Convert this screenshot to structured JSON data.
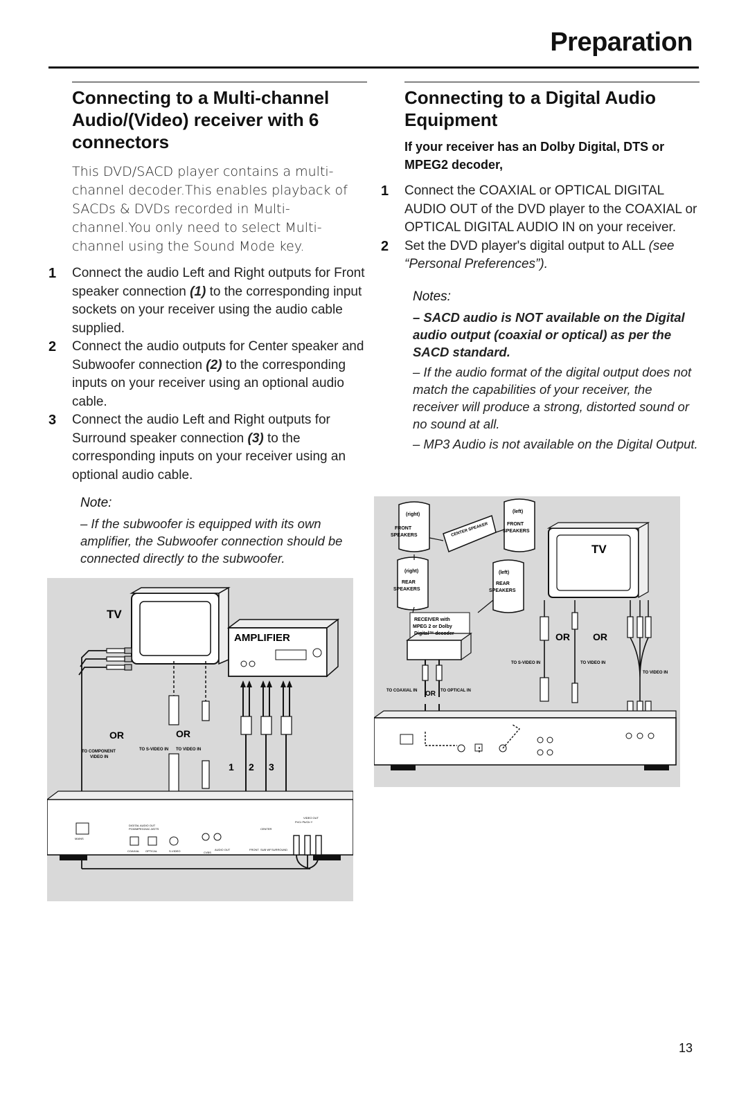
{
  "header": {
    "title": "Preparation"
  },
  "left": {
    "title_lines": [
      "Connecting to a Multi-channel",
      "Audio/(Video) receiver with 6",
      "connectors"
    ],
    "intro": "This DVD/SACD player contains a multi-channel decoder.This enables playback of SACDs & DVDs recorded in Multi-channel.You only need to select Multi-channel using the Sound Mode key.",
    "steps": [
      {
        "num": "1",
        "pre": "Connect the audio Left and Right outputs for Front speaker connection ",
        "ref": "(1)",
        "post": " to the corresponding input sockets on your receiver using the audio cable supplied."
      },
      {
        "num": "2",
        "pre": "Connect the audio outputs for Center speaker and Subwoofer connection ",
        "ref": "(2)",
        "post": " to the corresponding inputs on your receiver using an optional audio cable."
      },
      {
        "num": "3",
        "pre": "Connect the audio Left and Right outputs for Surround speaker connection ",
        "ref": "(3)",
        "post": " to the corresponding inputs on your receiver using an optional audio cable."
      }
    ],
    "note_head": "Note:",
    "note": "–   If the subwoofer is equipped with its own amplifier, the Subwoofer connection should be connected directly to the subwoofer.",
    "figure": {
      "tv": "TV",
      "amplifier": "AMPLIFIER",
      "or1": "OR",
      "or2": "OR",
      "to_component": "TO COMPONENT",
      "video_in": "VIDEO IN",
      "to_svideo_in": "TO S-VIDEO IN",
      "to_video_in": "TO VIDEO IN",
      "n1": "1",
      "n2": "2",
      "n3": "3",
      "mains": "MAINS",
      "digital_audio_out": "DIGITAL AUDIO OUT",
      "digital_audio_out_sub": "PCM/MPEG2/AC-3/DTS",
      "coaxial": "COAXIAL",
      "optical": "OPTICAL",
      "svideo": "S-VIDEO",
      "cvbs": "CVBS",
      "audio_out": "AUDIO OUT",
      "front": "FRONT",
      "sub_wf": "SUB WF",
      "surround": "SURROUND",
      "center": "CENTER",
      "video_out": "VIDEO OUT",
      "y_cb_cr": "Pr/Cr  Pb/Cb  Y"
    }
  },
  "right": {
    "title_lines": [
      "Connecting to a Digital Audio",
      "Equipment"
    ],
    "subhead": "If your receiver has an Dolby Digital, DTS or MPEG2 decoder,",
    "steps": [
      {
        "num": "1",
        "text": "Connect the COAXIAL or OPTICAL DIGITAL AUDIO OUT of the DVD player to the COAXIAL or OPTICAL DIGITAL AUDIO IN on your receiver.",
        "italic": ""
      },
      {
        "num": "2",
        "text": "Set the DVD player's digital output to ALL ",
        "italic": "(see “Personal Preferences”)."
      }
    ],
    "notes_head": "Notes:",
    "notes": [
      {
        "text": "–   SACD audio is NOT available on the Digital audio output (coaxial or optical) as per the SACD standard.",
        "bold": true
      },
      {
        "text": "–   If the audio format of the digital output does not match the capabilities of your receiver, the receiver will produce a strong, distorted sound or no sound at all.",
        "bold": false
      },
      {
        "text": "–   MP3 Audio is not available on the Digital Output.",
        "bold": false
      }
    ],
    "figure": {
      "right_label": "(right)",
      "left_label": "(left)",
      "front_speakers": "FRONT\nSPEAKERS",
      "front_speakers_l1": "FRONT",
      "front_speakers_l2": "SPEAKERS",
      "rear_l1": "REAR",
      "rear_l2": "SPEAKERS",
      "center_speaker": "CENTER SPEAKER",
      "receiver_l1": "RECEIVER with",
      "receiver_l2": "MPEG 2 or Dolby",
      "receiver_l3": "Digital™ decoder",
      "tv": "TV",
      "or1": "OR",
      "or2": "OR",
      "or3": "OR",
      "to_svideo_in": "TO S-VIDEO IN",
      "to_video_in": "TO VIDEO IN",
      "to_video_in2": "TO VIDEO IN",
      "to_coaxial_in": "TO COAXIAL IN",
      "to_optical_in": "TO OPTICAL IN"
    }
  },
  "page_number": "13"
}
